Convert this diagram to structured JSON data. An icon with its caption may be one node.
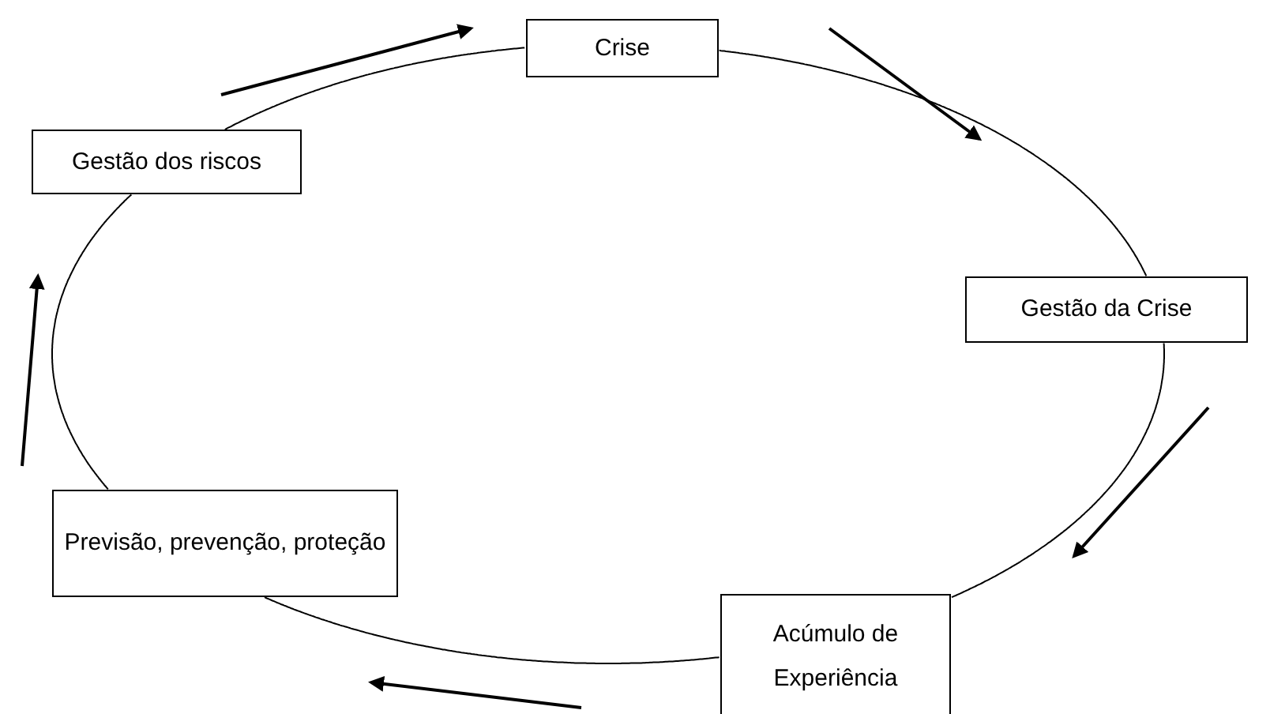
{
  "diagram": {
    "nodes": [
      {
        "text": [
          "Crise"
        ]
      },
      {
        "text": [
          "Gestão dos riscos"
        ]
      },
      {
        "text": [
          "Gestão da Crise"
        ]
      },
      {
        "text": [
          "Previsão, prevenção, proteção"
        ]
      },
      {
        "text": [
          "Acúmulo de Experiência"
        ]
      }
    ],
    "edges": [
      {
        "from": 0,
        "to": 2,
        "arrow": "none"
      },
      {
        "from": 2,
        "to": 4,
        "arrow": "none"
      },
      {
        "from": 4,
        "to": 3,
        "arrow": "none"
      },
      {
        "from": 3,
        "to": 1,
        "arrow": "none"
      },
      {
        "from": 1,
        "to": 0,
        "arrow": "none"
      }
    ]
  }
}
